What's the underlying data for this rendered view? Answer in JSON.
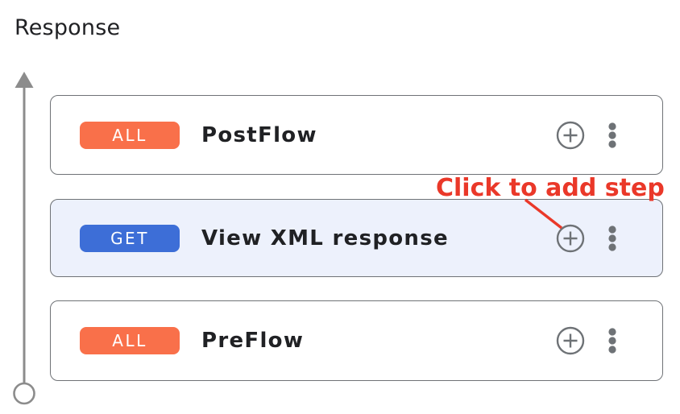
{
  "section": {
    "title": "Response"
  },
  "flow": {
    "direction": "upward",
    "cards": [
      {
        "verb": "ALL",
        "name": "PostFlow",
        "badge_color": "#f9704a",
        "highlighted": false
      },
      {
        "verb": "GET",
        "name": "View XML response",
        "badge_color": "#3d6ed7",
        "highlighted": true
      },
      {
        "verb": "ALL",
        "name": "PreFlow",
        "badge_color": "#f9704a",
        "highlighted": false
      }
    ]
  },
  "annotation": {
    "label": "Click to add step",
    "color": "#ea3829",
    "points_to": "add-step-button of View XML response card"
  },
  "colors": {
    "badge_all": "#f9704a",
    "badge_get": "#3d6ed7",
    "highlighted_card_bg": "#edf1fc",
    "card_border": "#6f7276",
    "icon_gray": "#6e7276",
    "arrow_gray": "#8c8c8c",
    "title_text": "#202124",
    "annotation_red": "#ea3829"
  }
}
